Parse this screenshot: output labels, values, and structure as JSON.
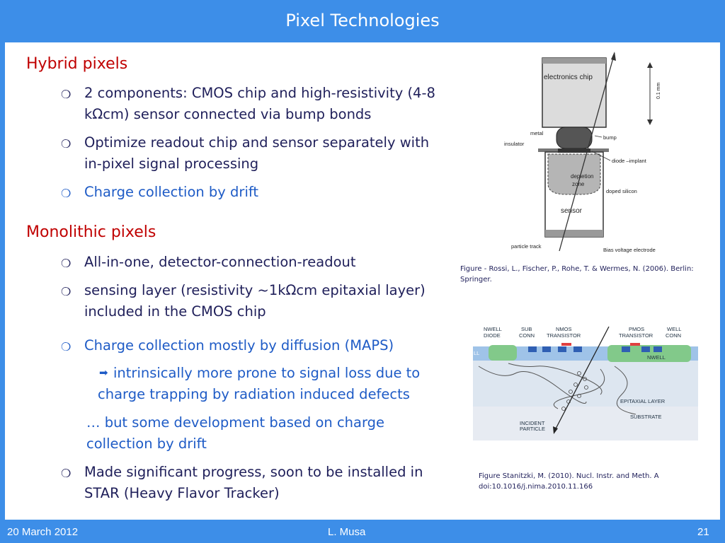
{
  "title": "Pixel Technologies",
  "footer": {
    "date": "20 March 2012",
    "author": "L. Musa",
    "page": "21"
  },
  "hybrid": {
    "heading": "Hybrid pixels",
    "b1_l1": "2 components: CMOS chip and high-resistivity (4-8",
    "b1_l2": "kΩcm) sensor connected via bump bonds",
    "b2_l1": "Optimize readout chip and sensor separately with",
    "b2_l2": "in-pixel signal processing",
    "b3": "Charge collection by drift"
  },
  "monolithic": {
    "heading": "Monolithic pixels",
    "b1": "All-in-one, detector-connection-readout",
    "b2_l1": "sensing layer (resistivity ~1kΩcm epitaxial layer)",
    "b2_l2": "included in the CMOS chip",
    "b3": "Charge collection mostly by diffusion (MAPS)",
    "sub1_l1": "intrinsically more prone to signal loss due to",
    "sub1_l2": "charge trapping by radiation induced defects",
    "sub2_l1": "… but some development based on charge",
    "sub2_l2": "collection by drift",
    "b4_l1": "Made significant progress, soon to be installed in",
    "b4_l2": "STAR (Heavy Flavor Tracker)"
  },
  "fig1": {
    "chip": "electronics chip",
    "scale": "0.1 mm",
    "metal": "metal",
    "bump": "bump",
    "insulator": "insulator",
    "diode": "diode –implant",
    "depletion_1": "depletion",
    "depletion_2": "zone",
    "doped": "doped silicon",
    "sensor": "sensor",
    "track": "particle track",
    "bias": "Bias voltage electrode",
    "caption_l1": "Figure -  Rossi, L., Fischer, P., Rohe, T. & Wermes, N. (2006). Berlin:",
    "caption_l2": "Springer."
  },
  "fig2": {
    "nwell_diode_1": "NWELL",
    "nwell_diode_2": "DIODE",
    "sub_conn_1": "SUB",
    "sub_conn_2": "CONN",
    "nmos_1": "NMOS",
    "nmos_2": "TRANSISTOR",
    "pmos_1": "PMOS",
    "pmos_2": "TRANSISTOR",
    "well_conn_1": "WELL",
    "well_conn_2": "CONN",
    "nwell": "NWELL",
    "left_l": "LL",
    "epitaxial": "EPITAXIAL LAYER",
    "substrate": "SUBSTRATE",
    "incident_1": "INCIDENT",
    "incident_2": "PARTICLE",
    "caption_l1": "Figure Stanitzki, M. (2010). Nucl. Instr. and Meth. A",
    "caption_l2": "doi:10.1016/j.nima.2010.11.166"
  },
  "colors": {
    "frame": "#3d8ee8",
    "heading": "#c00000",
    "text": "#1f1f5a",
    "accent": "#1e5bc6"
  }
}
